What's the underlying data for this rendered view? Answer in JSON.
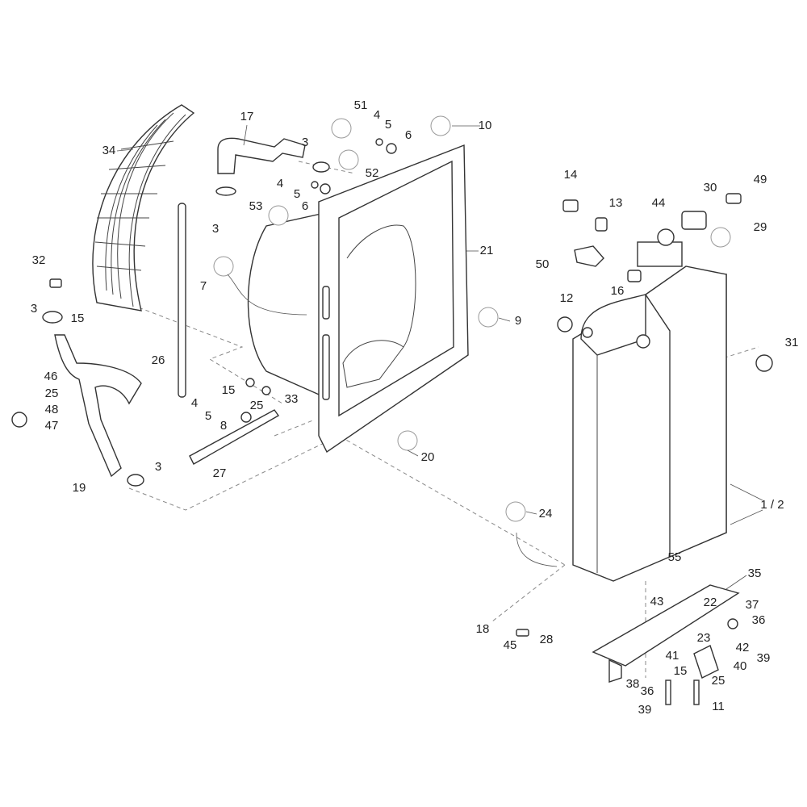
{
  "diagram": {
    "title": "Radiator and fan shroud assembly exploded view",
    "callouts": [
      "51",
      "4",
      "5",
      "6",
      "10",
      "17",
      "34",
      "3",
      "4",
      "5",
      "52",
      "6",
      "53",
      "3",
      "14",
      "13",
      "44",
      "30",
      "49",
      "29",
      "21",
      "32",
      "7",
      "50",
      "16",
      "12",
      "3",
      "15",
      "9",
      "31",
      "26",
      "46",
      "25",
      "48",
      "47",
      "15",
      "25",
      "33",
      "4",
      "5",
      "8",
      "20",
      "27",
      "3",
      "19",
      "24",
      "1 / 2",
      "55",
      "35",
      "43",
      "22",
      "37",
      "36",
      "18",
      "28",
      "45",
      "23",
      "42",
      "39",
      "41",
      "40",
      "15",
      "25",
      "38",
      "36",
      "39",
      "11"
    ],
    "colors": {
      "line": "#333333",
      "dashed": "#888888",
      "symbol_ring": "#999999"
    }
  }
}
